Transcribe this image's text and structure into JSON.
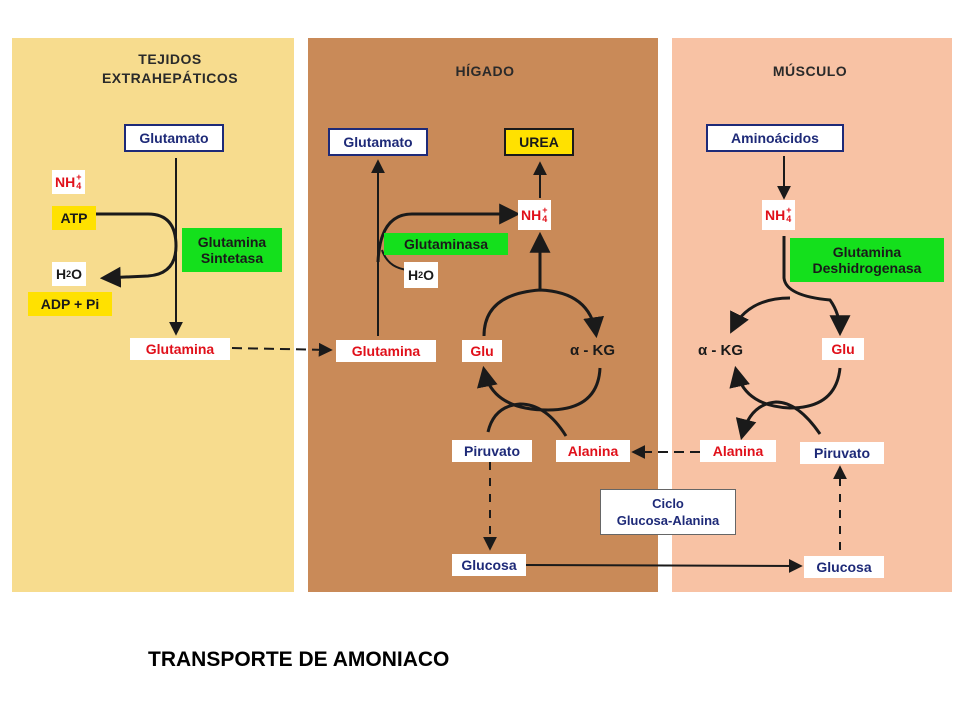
{
  "caption": "TRANSPORTE DE AMONIACO",
  "colors": {
    "extrahepatic_panel": "#f7dc8e",
    "liver_panel": "#c98a58",
    "muscle_panel": "#f8c2a4",
    "enzyme_green": "#14e01c",
    "cofactor_yellow": "#ffe100",
    "metabolite_red": "#e0101a",
    "metabolite_blue": "#1e2a78"
  },
  "extrahepatic": {
    "title_line1": "TEJIDOS",
    "title_line2": "EXTRAHEPÁTICOS",
    "glutamato": "Glutamato",
    "nh4": "NH",
    "atp": "ATP",
    "h2o": "H",
    "h2o_tail": "O",
    "adp": "ADP + Pi",
    "enzyme_line1": "Glutamina",
    "enzyme_line2": "Sintetasa",
    "glutamina": "Glutamina"
  },
  "liver": {
    "title": "HÍGADO",
    "glutamato": "Glutamato",
    "urea": "UREA",
    "nh4": "NH",
    "enzyme": "Glutaminasa",
    "h2o": "H",
    "h2o_tail": "O",
    "glutamina": "Glutamina",
    "glu": "Glu",
    "akg": "α - KG",
    "piruvato": "Piruvato",
    "alanina": "Alanina",
    "glucosa": "Glucosa"
  },
  "muscle": {
    "title": "MÚSCULO",
    "aminoacidos": "Aminoácidos",
    "nh4": "NH",
    "enzyme_line1": "Glutamina",
    "enzyme_line2": "Deshidrogenasa",
    "akg": "α - KG",
    "glu": "Glu",
    "alanina": "Alanina",
    "piruvato": "Piruvato",
    "glucosa": "Glucosa"
  },
  "cycle": {
    "line1": "Ciclo",
    "line2": "Glucosa-Alanina"
  }
}
